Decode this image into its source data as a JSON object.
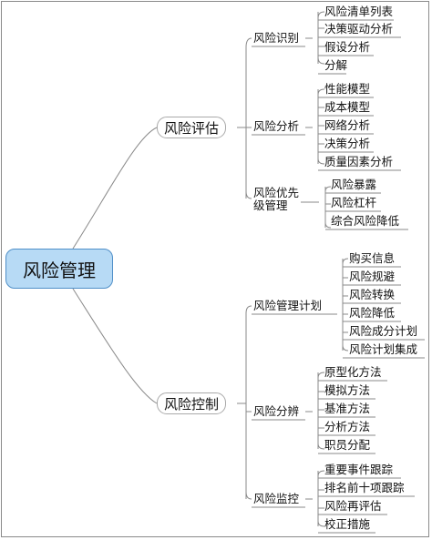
{
  "root": "风险管理",
  "branches": [
    {
      "label": "风险评估",
      "children": [
        {
          "label": "风险识别",
          "leaves": [
            "风险清单列表",
            "决策驱动分析",
            "假设分析",
            "分解"
          ]
        },
        {
          "label": "风险分析",
          "leaves": [
            "性能模型",
            "成本模型",
            "网络分析",
            "决策分析",
            "质量因素分析"
          ]
        },
        {
          "label_lines": [
            "风险优先",
            "级管理"
          ],
          "leaves": [
            "风险暴露",
            "风险杠杆",
            "综合风险降低"
          ]
        }
      ]
    },
    {
      "label": "风险控制",
      "children": [
        {
          "label": "风险管理计划",
          "leaves": [
            "购买信息",
            "风险规避",
            "风险转换",
            "风险降低",
            "风险成分计划",
            "风险计划集成"
          ]
        },
        {
          "label": "风险分辨",
          "leaves": [
            "原型化方法",
            "模拟方法",
            "基准方法",
            "分析方法",
            "职员分配"
          ]
        },
        {
          "label": "风险监控",
          "leaves": [
            "重要事件跟踪",
            "排名前十项跟踪",
            "风险再评估",
            "校正措施"
          ]
        }
      ]
    }
  ]
}
